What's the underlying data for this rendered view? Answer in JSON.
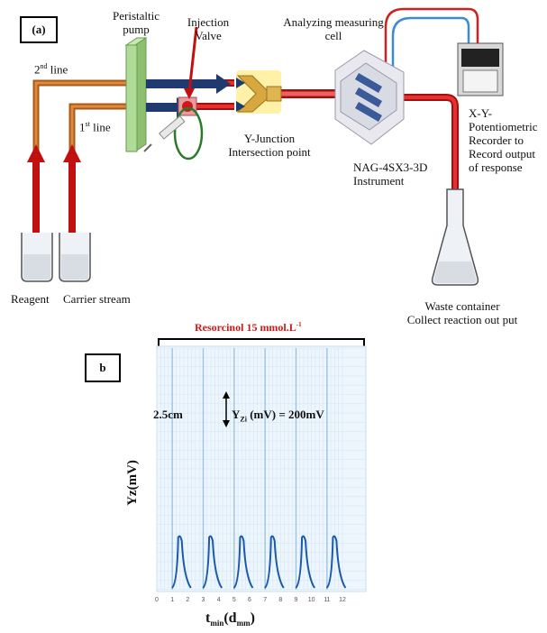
{
  "panel_a": {
    "tag": "(a)",
    "pump_label": [
      "Peristaltic",
      "pump"
    ],
    "valve_label": [
      "Injection",
      "Valve"
    ],
    "cell_label": [
      "Analyzing measuring",
      "cell"
    ],
    "line2": {
      "num": "2",
      "sup": "nd",
      "rest": " line"
    },
    "line1": {
      "num": "1",
      "sup": "st",
      "rest": " line"
    },
    "yjunction_label": [
      "Y-Junction",
      "Intersection point"
    ],
    "instrument_label": [
      "NAG-4SX3-3D",
      "Instrument"
    ],
    "recorder_label": [
      "X-Y-",
      "Potentiometric",
      "Recorder to",
      "Record output",
      "of response"
    ],
    "reagent_label": "Reagent",
    "carrier_label": "Carrier stream",
    "waste_label": [
      "Waste container",
      "Collect reaction out put"
    ]
  },
  "panel_b": {
    "tag": "b",
    "title_main": "Resorcinol 15 mmol.L",
    "title_sup": "-1",
    "scale_left": "2.5cm",
    "scale_yz": "Y",
    "scale_zi": "Zi",
    "scale_rest": " (mV) = 200mV",
    "ylabel_y": "Y",
    "ylabel_rest": "z(mV)",
    "xlabel_t": "t",
    "xlabel_sub": "min",
    "xlabel_rest": "(d",
    "xlabel_sub2": "mm",
    "xlabel_close": ")",
    "x_ticks": [
      "0",
      "1",
      "2",
      "3",
      "4",
      "5",
      "6",
      "7",
      "8",
      "9",
      "10",
      "11",
      "12"
    ]
  },
  "chart_data": {
    "type": "line",
    "peak_positions": [
      1.5,
      3.5,
      5.5,
      7.5,
      9.5,
      11.5
    ],
    "xlim": [
      0,
      12
    ]
  },
  "colors": {
    "red_tube": "#d4181e",
    "orange_tube": "#c87020",
    "navy": "#1f3a6e",
    "pump_green": "#a8d890",
    "yjunction": "#e0b450",
    "peak_blue": "#1a5aa8",
    "grid_blue": "#9cc4e4"
  }
}
